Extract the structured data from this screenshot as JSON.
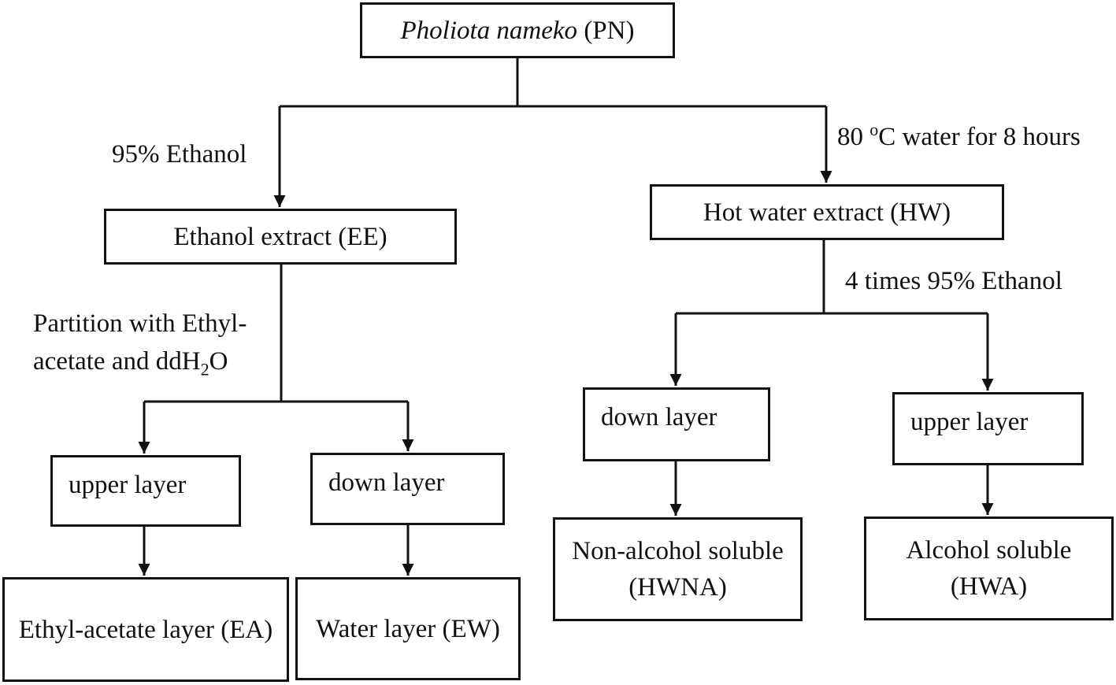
{
  "nodes": {
    "pn": {
      "italic": "Pholiota nameko",
      "rest": " (PN)"
    },
    "ee": {
      "text": "Ethanol extract (EE)"
    },
    "hw": {
      "text": "Hot water extract (HW)"
    },
    "ee_upper": {
      "text": "upper layer"
    },
    "ee_down": {
      "text": "down layer"
    },
    "ea": {
      "text": "Ethyl-acetate layer (EA)"
    },
    "ew": {
      "text": "Water layer (EW)"
    },
    "hw_down": {
      "text": "down layer"
    },
    "hw_upper": {
      "text": "upper layer"
    },
    "hwna": {
      "line1": "Non-alcohol soluble",
      "line2": "(HWNA)"
    },
    "hwa": {
      "line1": "Alcohol soluble",
      "line2": "(HWA)"
    }
  },
  "edges": {
    "ethanol": "95% Ethanol",
    "hot_water_pre": "80 ",
    "hot_water_sup": "o",
    "hot_water_post": "C water for 8 hours",
    "partition_line1": "Partition with Ethyl-",
    "partition_line2_pre": "acetate and ddH",
    "partition_line2_sub": "2",
    "partition_line2_post": "O",
    "hw_ethanol": "4 times 95% Ethanol"
  }
}
